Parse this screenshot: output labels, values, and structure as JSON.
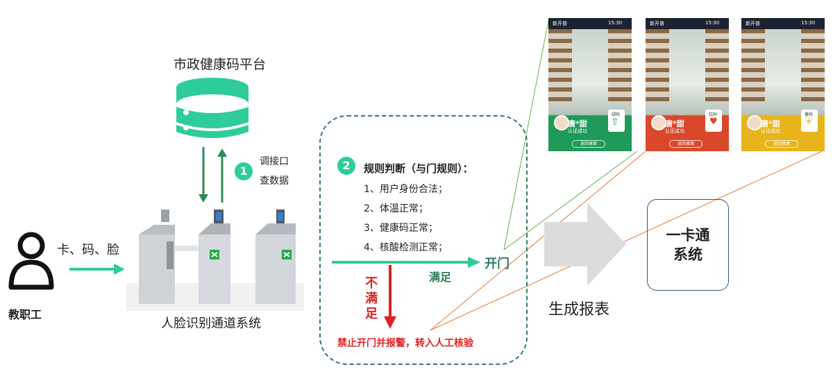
{
  "platform": {
    "title": "市政健康码平台"
  },
  "api": {
    "step": "1",
    "line1": "调接口",
    "line2": "查数据"
  },
  "person": {
    "label": "教职工"
  },
  "input": {
    "label": "卡、码、脸"
  },
  "gate": {
    "caption": "人脸识别通道系统"
  },
  "rules": {
    "step": "2",
    "title": "规则判断（与门规则）：",
    "items": [
      "1、用户身份合法；",
      "2、体温正常；",
      "3、健康码正常；",
      "4、核酸检测正常；"
    ]
  },
  "pass": {
    "label": "满足",
    "action": "开门"
  },
  "fail": {
    "label": "不满足",
    "action": "禁止开门并报警，转入人工核验"
  },
  "report": {
    "label": "生成报表"
  },
  "card_system": {
    "label": "一卡通系统"
  },
  "screens": [
    {
      "brand": "新开普",
      "time": "15:30",
      "name": "唐*甜",
      "status": "认证成功",
      "code": "绿码",
      "button": "返回桌面",
      "color": "#1f9a58"
    },
    {
      "brand": "新开普",
      "time": "15:30",
      "name": "唐*甜",
      "status": "认证成功",
      "code": "红码",
      "button": "返回桌面",
      "color": "#d9482b"
    },
    {
      "brand": "新开普",
      "time": "15:30",
      "name": "唐*甜",
      "status": "认证成功",
      "code": "黄码",
      "button": "返回桌面",
      "color": "#e8b41c"
    }
  ],
  "colors": {
    "teal": "#2ecc9a",
    "dark_green": "#2e7d5c",
    "red": "#e02020",
    "db": "#2ecc9a"
  }
}
